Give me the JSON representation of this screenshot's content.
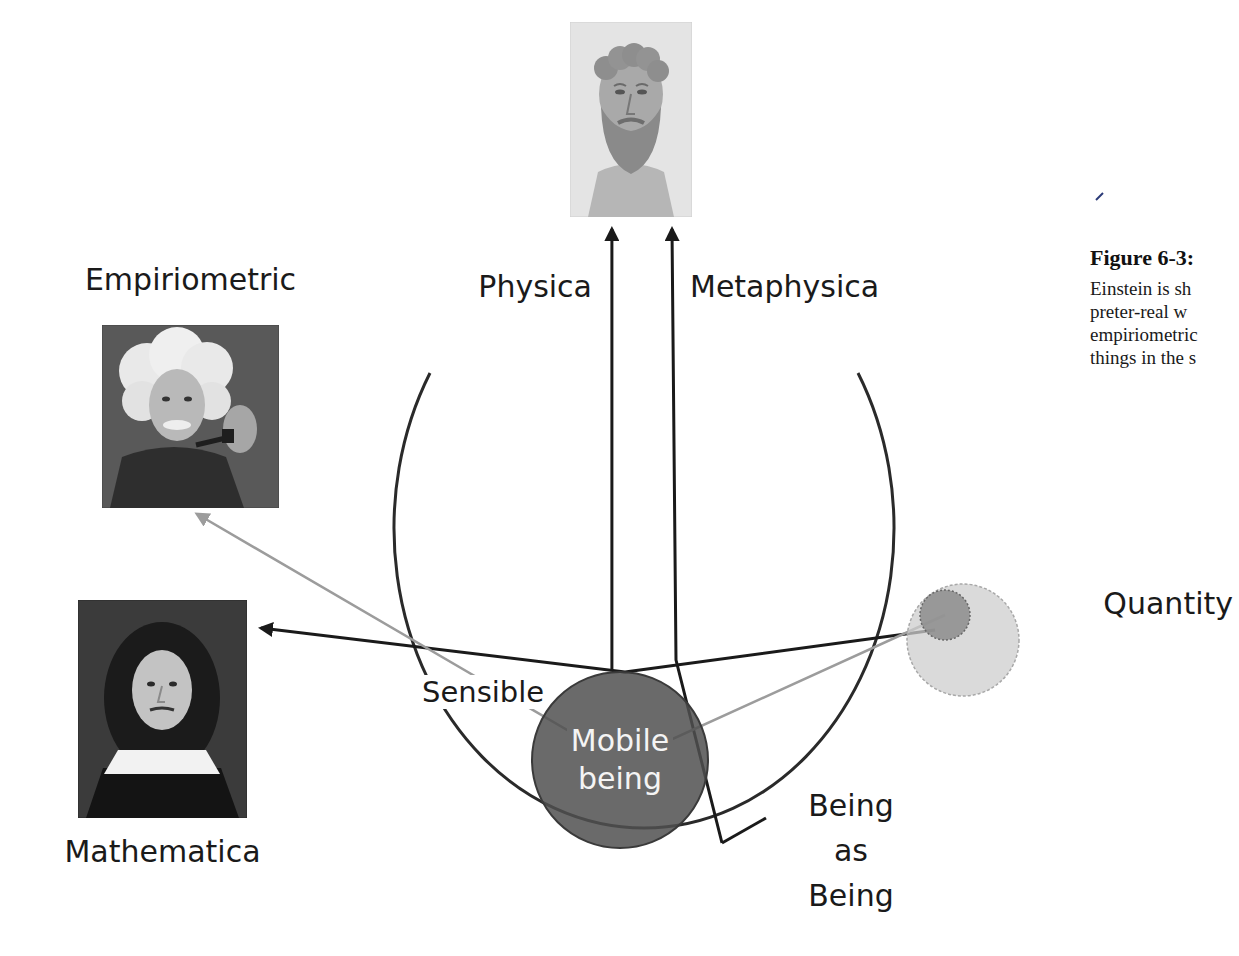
{
  "diagram": {
    "nodes": [
      {
        "text": []
      },
      {
        "text": [
          "Empiriometric"
        ]
      },
      {
        "text": [
          "Quantity"
        ]
      },
      {
        "text": [
          "Mathematica"
        ]
      },
      {
        "text": [
          "Mobile being"
        ]
      }
    ],
    "edges": [
      {
        "from": 4,
        "to": 0,
        "arrow": "to",
        "label": "Physica"
      },
      {
        "from": 4,
        "to": 0,
        "arrow": "to",
        "label": "Metaphysica"
      },
      {
        "from": 2,
        "to": 3,
        "arrow": "to"
      },
      {
        "from": 2,
        "to": 1,
        "arrow": "to"
      }
    ],
    "labels": [
      "Sensible",
      "Being as Being",
      "Figure 6-3:",
      "Einstein is sh",
      "preter-real w",
      "empiriometric",
      "things in the s"
    ]
  }
}
